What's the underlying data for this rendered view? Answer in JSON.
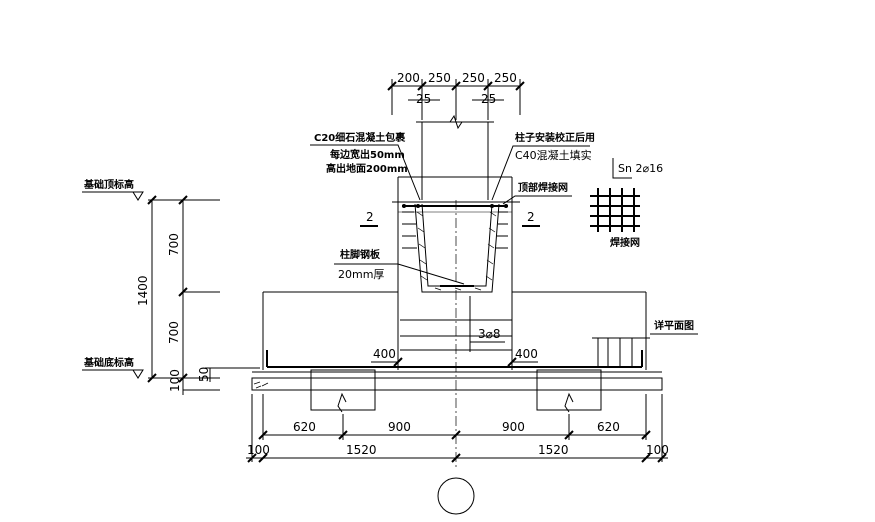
{
  "dimensions": {
    "top": [
      "200",
      "250",
      "250",
      "250"
    ],
    "top_sub": [
      "25",
      "25"
    ],
    "left_vertical": [
      "700",
      "700",
      "1400"
    ],
    "left_small": [
      "50",
      "100"
    ],
    "bottom_row1": [
      "620",
      "900",
      "900",
      "620"
    ],
    "bottom_row2": [
      "100",
      "1520",
      "1520",
      "100"
    ],
    "side_ledges": [
      "400",
      "400"
    ],
    "rebar": "3⌀8",
    "section_mark": "2"
  },
  "annotations": {
    "c20_wrap_1": "C20细石混凝土包裹",
    "c20_wrap_2": "每边宽出50mm",
    "c20_wrap_3": "高出地面200mm",
    "column_fill_1": "柱子安装校正后用",
    "column_fill_2": "C40混凝土填实",
    "top_mesh": "顶部焊接网",
    "sn_rebar": "Sn 2⌀16",
    "weld_mesh": "焊接网",
    "base_plate_1": "柱脚钢板",
    "base_plate_2": "20mm厚",
    "plan_ref": "详平面图",
    "top_elevation": "基础顶标高",
    "bottom_elevation": "基础底标高"
  }
}
